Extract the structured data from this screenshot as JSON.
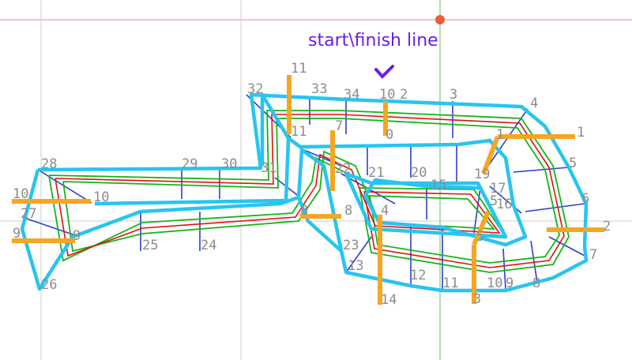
{
  "title": "start\\finish line",
  "colors": {
    "boundary": "#29c4f0",
    "center_line": "#e01010",
    "lane_line": "#15b515",
    "cross_line": "#2a3fd0",
    "marker": "#f5a623",
    "guide_red": "#e88a8a",
    "guide_green": "#5cc45c",
    "guide_gray": "#cccccc",
    "title": "#6a1fe6",
    "dot": "#e8603a"
  },
  "labels": {
    "l1": "11",
    "l2": "32",
    "l3": "33",
    "l4": "34",
    "l5": "10",
    "l6": "2",
    "l7": "3",
    "l8": "4",
    "l9": "1",
    "l10": "5",
    "l11": "6",
    "l12": "2",
    "l13": "7",
    "l14": "8",
    "l15": "9",
    "l16": "10",
    "l17": "11",
    "l18": "12",
    "l19": "13",
    "l20": "14",
    "l21": "3",
    "l22": "28",
    "l23": "29",
    "l24": "30",
    "l25": "31",
    "l26": "10",
    "l27": "10",
    "l28": "27",
    "l29": "9",
    "l30": "9",
    "l31": "26",
    "l32": "25",
    "l33": "24",
    "l34": "8",
    "l35": "8",
    "l36": "11",
    "l37": "7",
    "l38": "0",
    "l39": "22",
    "l40": "21",
    "l41": "20",
    "l42": "15",
    "l43": "19",
    "l44": "16",
    "l45": "17",
    "l46": "5",
    "l47": "4",
    "l48": "23",
    "l49": "5",
    "l50": "1"
  }
}
